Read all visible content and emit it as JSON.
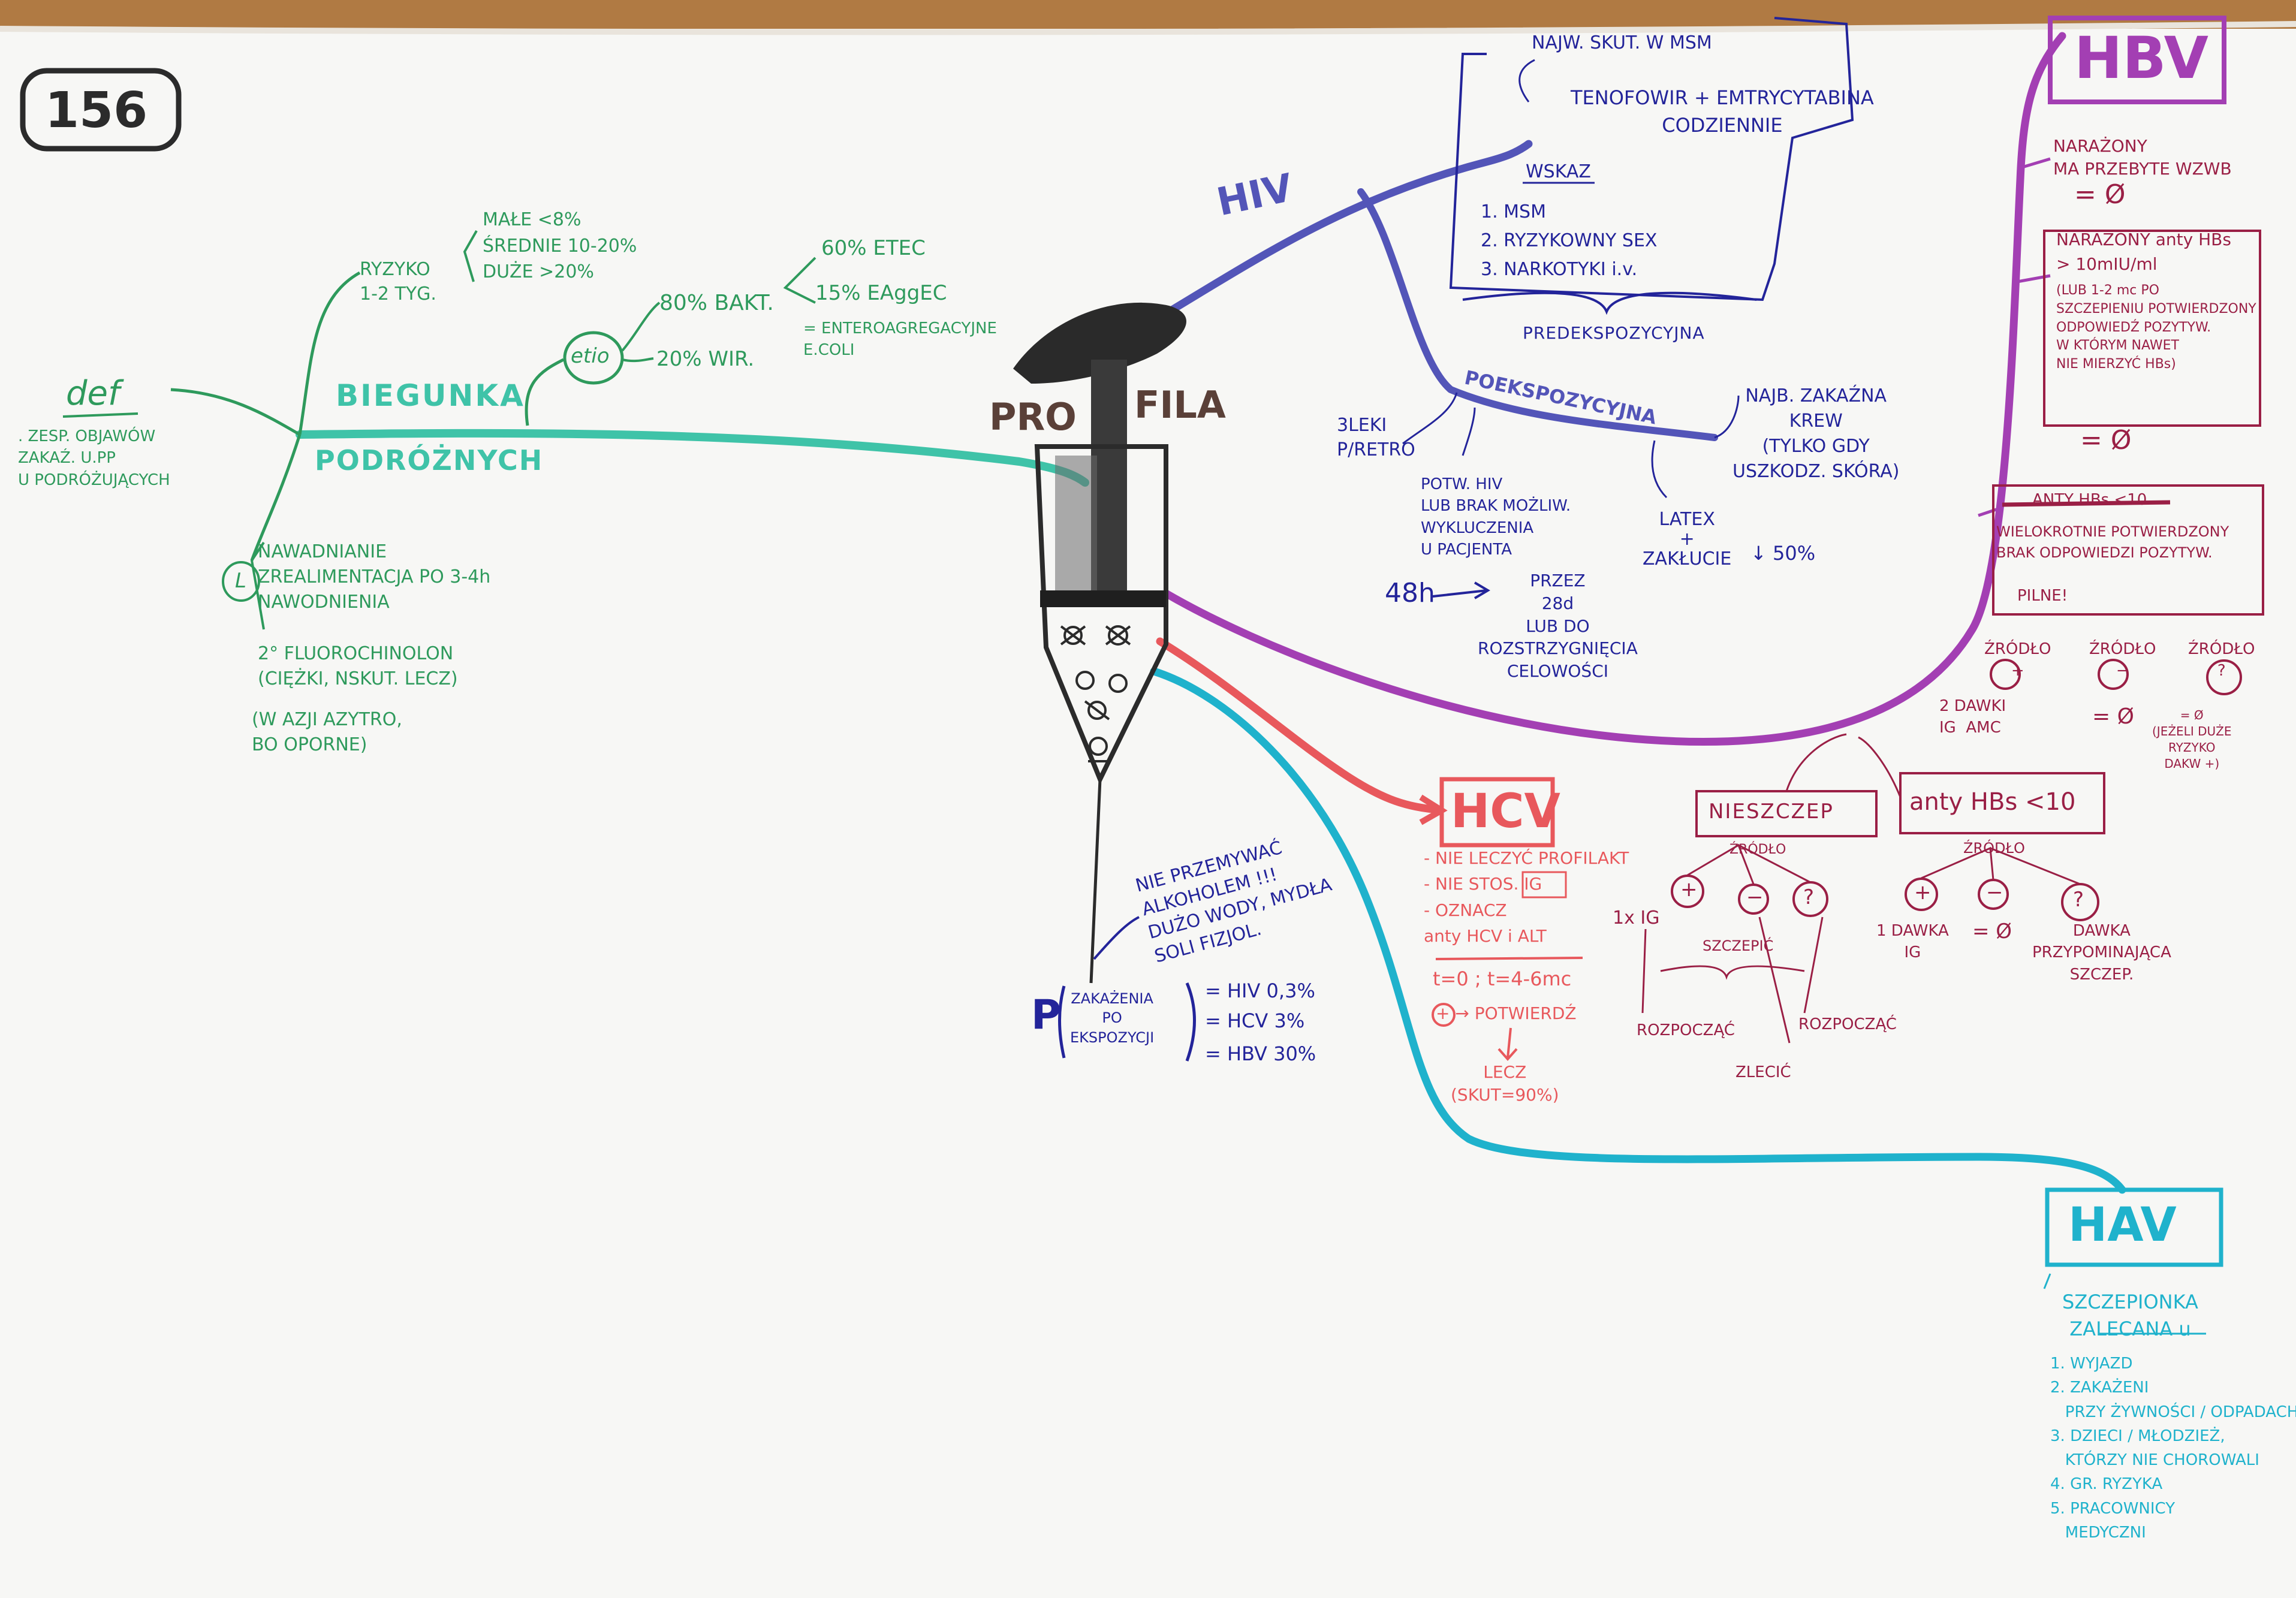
{
  "page_number": "156",
  "center": {
    "title_left": "PRO",
    "title_right": "FILA"
  },
  "left_branch": {
    "def": {
      "label": "def",
      "text": ". ZESP. OBJAWÓW\nZAKAŹ. U.PP\nU PODRÓŻUJĄCYCH"
    },
    "title_line1": "BIEGUNKA",
    "title_line2": "PODRÓŻNYCH",
    "risk": {
      "label": "RYZYKO\n1-2 TYG.",
      "levels": "MAŁE <8%\nŚREDNIE 10-20%\nDUŻE >20%"
    },
    "etio": {
      "label": "etio",
      "bact": "80% BAKT.",
      "vir": "20% WIR.",
      "etec": "60% ETEC",
      "eaggec": "15% EAggEC",
      "eaggec_note": "= ENTEROAGREGACYJNE\nE.COLI"
    },
    "treatment": {
      "label": "L",
      "line1": "NAWADNIANIE\nZREALIMENTACJA PO 3-4h\nNAWODNIENIA",
      "line2": "2° FLUOROCHINOLON\n(CIĘŻKI, NSKUT. LECZ)",
      "line3": "(W AZJI AZYTRO,\nBO OPORNE)"
    }
  },
  "hiv": {
    "label": "HIV",
    "prep_top": "NAJW. SKUT. W MSM",
    "prep_drugs": "TENOFOWIR + EMTRYCYTABINA\nCODZIENNIE",
    "indications_title": "WSKAZ",
    "indications": "1. MSM\n2. RYZYKOWNY SEX\n3. NARKOTYKI i.v.",
    "prep_label": "PREDEKSPOZYCYJNA",
    "pep_label": "POEKSPOZYCYJNA",
    "drugs3": "3LEKI\nP/RETRO",
    "confirm": "POTW. HIV\nLUB BRAK MOŻLIW.\nWYKLUCZENIA\nU PACJENTA",
    "time": "48h",
    "duration": "PRZEZ\n28d\nLUB DO\nROZSTRZYGNIĘCIA\nCELOWOŚCI",
    "most_infectious": "NAJB. ZAKAŹNA\nKREW\n(TYLKO GDY\nUSZKODZ. SKÓRA)",
    "latex": "LATEX\n+\nZAKŁUCIE",
    "latex_effect": "↓ 50%"
  },
  "hbv": {
    "label": "HBV",
    "exposed_vacc": "NARAŻONY\nMA PRZEBYTE WZWB",
    "exposed_vacc_result": "= Ø",
    "antihbs": "NARAŻONY anty HBs\n> 10mIU/ml",
    "antihbs_note": "(LUB 1-2 mc PO\nSZCZEPIENIU POTWIERDZONY\nODPOWIEDŹ POZYTYW.\nW KTÓRYM NAWET\nNIE MIERZYĆ HBs)",
    "antihbs_result": "= Ø",
    "struck": "ANTY HBs <10",
    "multi": "WIELOKROTNIE POTWIERDZONY\nBRAK ODPOWIEDZI POZYTYW.",
    "multi2": "PILNE!",
    "src_pos": "ŹRÓDŁO\n+",
    "src_neg": "ŹRÓDŁO\n−",
    "src_unk": "ŹRÓDŁO\n?",
    "res_pos": "2 DAWKI\nIG  AMC",
    "res_neg": "= Ø",
    "res_unk": "= Ø\n(JEŻELI DUŻE\nRYZYKO\nDAKW +)",
    "hbs_lt10": "anty HBs <10",
    "unvacc": "NIESZCZEP",
    "unvacc_src": "ŹRÓDŁO",
    "unvacc_pos": "+",
    "unvacc_neg": "−",
    "unvacc_unk": "?",
    "unvacc_ig": "1x IG",
    "unvacc_szczep": "SZCZEPIĆ",
    "start1": "ROZPOCZĄĆ",
    "start2": "ROZPOCZĄĆ",
    "complete": "ZLECIĆ",
    "lt10_src": "ŹRÓDŁO",
    "lt10_pos": "+",
    "lt10_neg": "−",
    "lt10_unk": "?",
    "lt10_dose": "1 DAWKA\nIG",
    "lt10_neg_res": "= Ø",
    "lt10_unk_res": "DAWKA\nPRZYPOMINAJĄCA\nSZCZEP."
  },
  "hcv": {
    "label": "HCV",
    "lines": "- NIE LECZYĆ PROFILAKT\n- NIE STOS. IG\n- OZNACZ\nanty HCV i ALT",
    "times": "t=0 ; t=4-6mc",
    "positive": "+ → POTWIERDŹ",
    "treat": "LECZ\n(SKUT=90%)"
  },
  "hav": {
    "label": "HAV",
    "title": "SZCZEPIONKA\nZALECANA u",
    "items": "1. WYJAZD\n2. ZAKAŻENI\n   PRZY ŻYWNOŚCI / ODPADACH\n3. DZIECI / MŁODZIEŻ,\n   KTÓRZY NIE CHOROWALI\n4. GR. RYZYKA\n5. PRACOWNICY\n   MEDYCZNI"
  },
  "needle": {
    "warning": "NIE PRZEMYWAĆ\nALKOHOLEM !!!\nDUŻO WODY, MYDŁA\nSOLI FIZJOL.",
    "prob_label": "P",
    "prob_text": "ZAKAŻENIA\nPO\nEKSPOZYCJI",
    "prob_hiv": "= HIV 0,3%",
    "prob_hcv": "= HCV 3%",
    "prob_hbv": "= HBV 30%"
  },
  "colors": {
    "paper": "#f7f7f5",
    "green": "#2e9a5c",
    "teal": "#3fc3a8",
    "navy": "#23249a",
    "violet": "#5355b8",
    "purple": "#a33fb3",
    "red": "#e8585c",
    "maroon": "#9a1f45",
    "cyan": "#1fb2cc",
    "wood": "#b07a43"
  }
}
